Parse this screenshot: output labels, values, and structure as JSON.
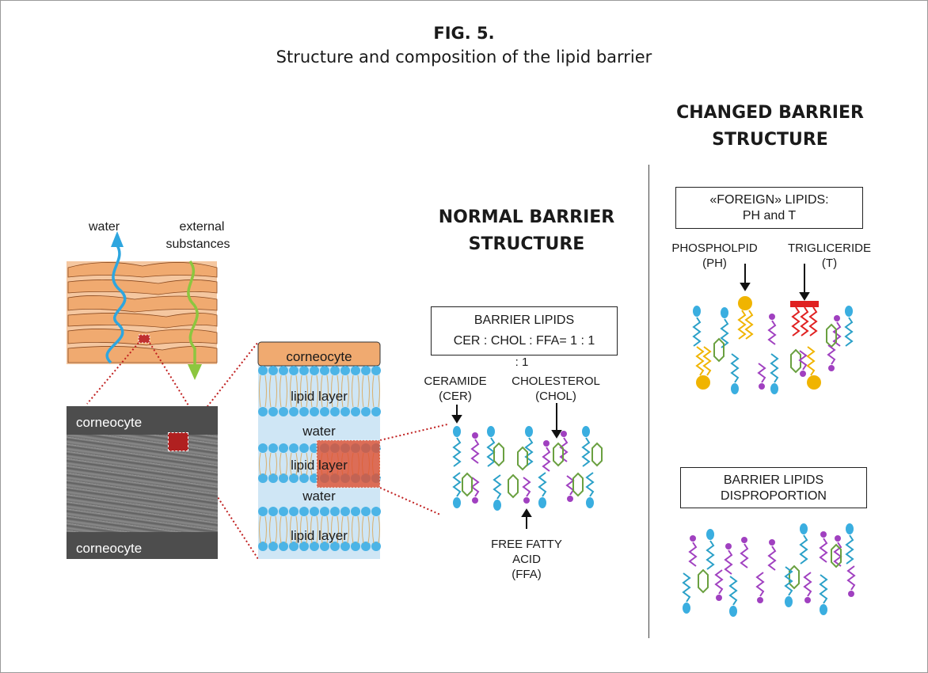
{
  "figure": {
    "number": "FIG. 5.",
    "title": "Structure and composition of the lipid barrier"
  },
  "left_panel": {
    "water_label": "water",
    "external_label_line1": "external",
    "external_label_line2": "substances",
    "micrograph_top": "corneocyte",
    "micrograph_bottom": "corneocyte",
    "stack": {
      "corneocyte": "corneocyte",
      "lipid_layer_1": "lipid layer",
      "water_1": "water",
      "lipid_layer_2": "lipid layer",
      "water_2": "water",
      "lipid_layer_3": "lipid layer"
    }
  },
  "normal": {
    "heading_line1": "NORMAL BARRIER",
    "heading_line2": "STRUCTURE",
    "box_line1": "BARRIER LIPIDS",
    "box_line2": "CER : CHOL : FFA= 1 : 1",
    "box_line3": ": 1",
    "ceramide_line1": "CERAMIDE",
    "ceramide_line2": "(CER)",
    "cholesterol_line1": "CHOLESTEROL",
    "cholesterol_line2": "(CHOL)",
    "ffa_line1": "FREE FATTY",
    "ffa_line2": "ACID",
    "ffa_line3": "(FFA)"
  },
  "changed": {
    "heading_line1": "CHANGED BARRIER",
    "heading_line2": "STRUCTURE",
    "foreign_line1": "«FOREIGN» LIPIDS:",
    "foreign_line2": "PH and T",
    "ph_line1": "PHOSPHOLPID",
    "ph_line2": "(PH)",
    "t_line1": "TRIGLICERIDE",
    "t_line2": "(T)",
    "dispro_line1": "BARRIER LIPIDS",
    "dispro_line2": "DISPROPORTION"
  },
  "colors": {
    "corneocyte": "#f0aa70",
    "water": "#cfe6f5",
    "head_blue": "#3aaee0",
    "tail_blue": "#2aa0c8",
    "ffa_purple": "#a040c0",
    "chol_green": "#6aa040",
    "ph_yellow": "#f0b400",
    "tg_red": "#e02020",
    "highlight_red": "#e05030"
  }
}
